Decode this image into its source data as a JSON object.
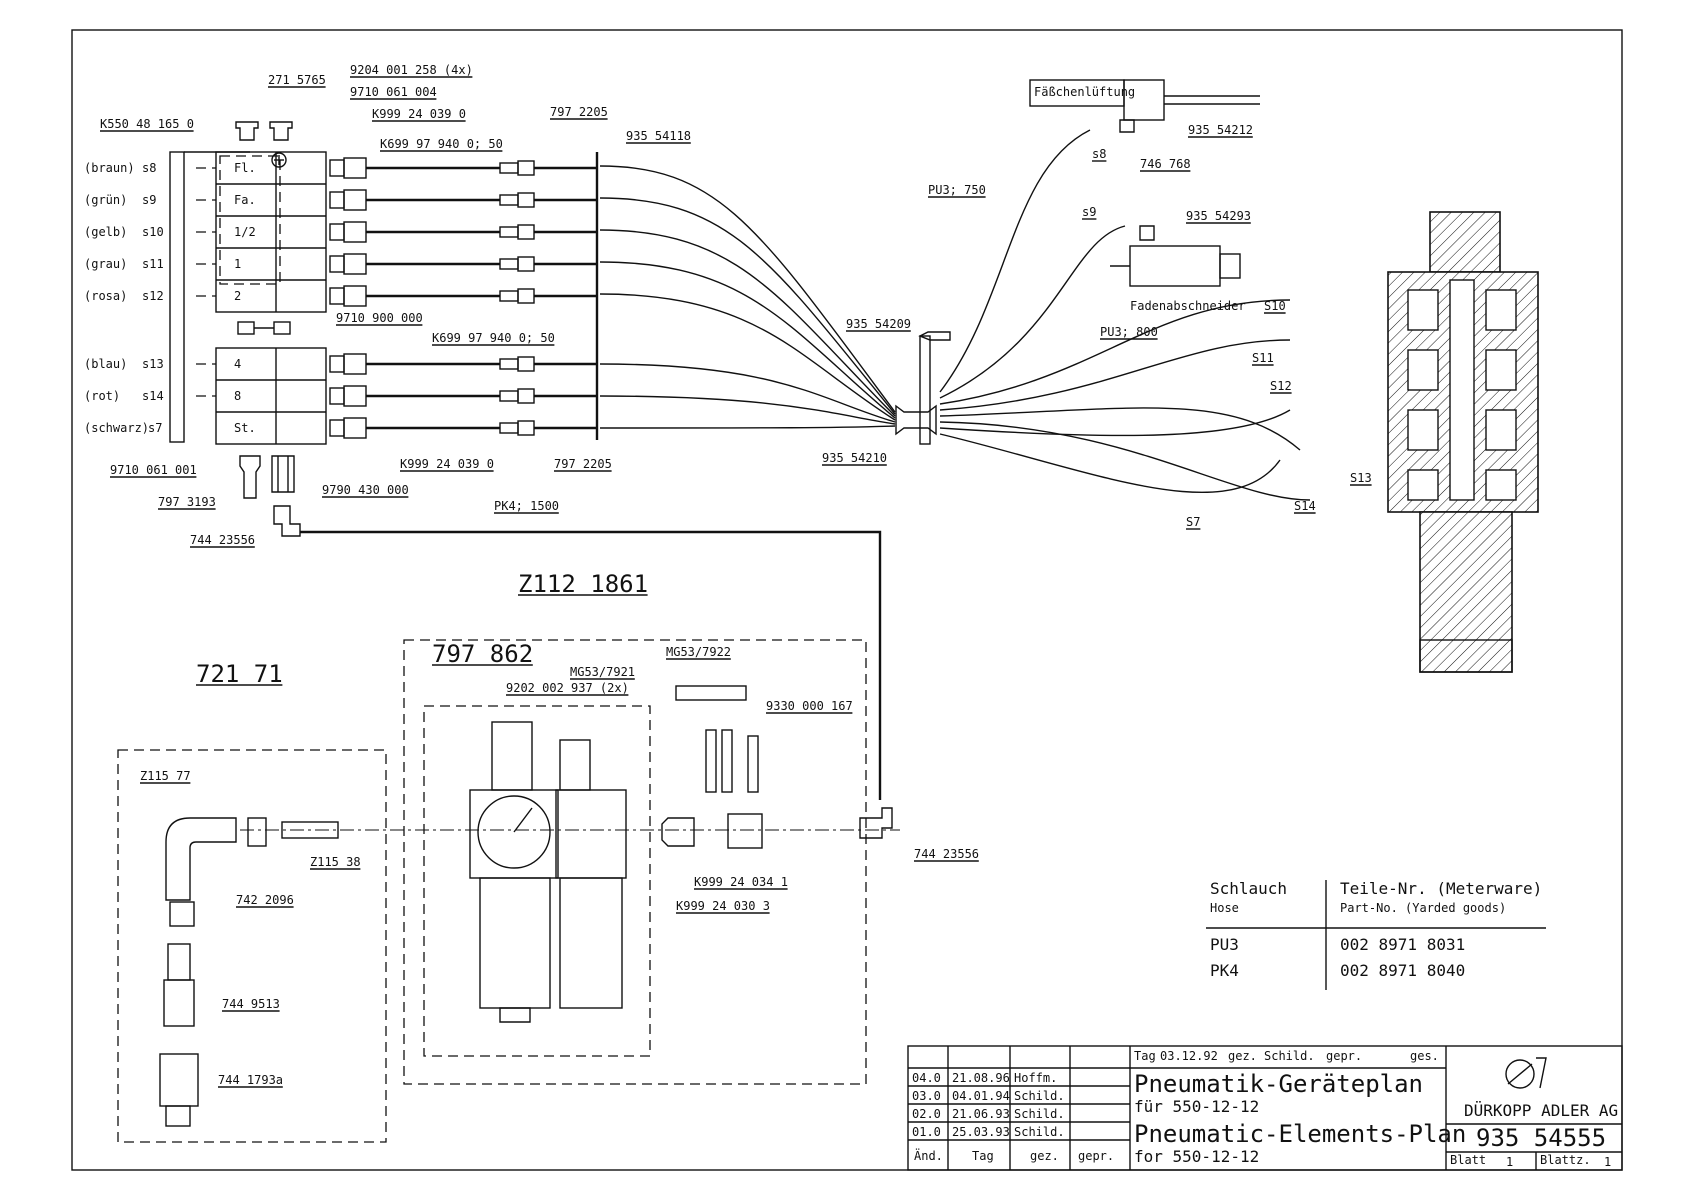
{
  "part_labels": {
    "p271_5765": "271 5765",
    "p9204": "9204 001 258 (4x)",
    "p9710_004": "9710 061 004",
    "pK550": "K550 48 165 0",
    "pK999_top": "K999 24 039 0",
    "pK699_top": "K699 97 940 0; 50",
    "p797_top": "797 2205",
    "p935_54118": "935 54118",
    "p9710_900": "9710 900 000",
    "pK699_bot": "K699 97 940 0; 50",
    "pK999_bot": "K999 24 039 0",
    "p797_bot": "797 2205",
    "p9710_001": "9710 061 001",
    "p797_3193": "797 3193",
    "p9790": "9790 430 000",
    "p744_23556_a": "744 23556",
    "pPK4": "PK4; 1500",
    "pFaeschen": "Fäßchenlüftung",
    "p935_54212": "935 54212",
    "ps8_top": "s8",
    "p746_768": "746 768",
    "pPU3_750": "PU3; 750",
    "ps9_top": "s9",
    "p935_54293": "935 54293",
    "pFaden": "Fadenabschneider",
    "pPU3_800": "PU3; 800",
    "p935_54209": "935 54209",
    "p935_54210": "935 54210",
    "pS10": "S10",
    "pS11": "S11",
    "pS12": "S12",
    "pS13": "S13",
    "pS14": "S14",
    "pS7": "S7",
    "pZ112": "Z112 1861",
    "p797_862": "797 862",
    "pMG53_a": "MG53/7922",
    "pMG53_b": "MG53/7921",
    "p9202": "9202 002 937 (2x)",
    "p9330": "9330 000 167",
    "p721_71": "721 71",
    "pZ115_77": "Z115 77",
    "pZ115_38": "Z115 38",
    "p742_2096": "742 2096",
    "p744_9513": "744 9513",
    "p744_1793": "744 1793a",
    "pK999_034": "K999 24 034 1",
    "pK999_030": "K999 24 030 3",
    "p744_23556_b": "744 23556"
  },
  "valve_block": {
    "rows_top": [
      {
        "color": "(braun)",
        "signal": "s8",
        "cell": "Fl."
      },
      {
        "color": "(grün)",
        "signal": "s9",
        "cell": "Fa."
      },
      {
        "color": "(gelb)",
        "signal": "s10",
        "cell": "1/2"
      },
      {
        "color": "(grau)",
        "signal": "s11",
        "cell": "1"
      },
      {
        "color": "(rosa)",
        "signal": "s12",
        "cell": "2"
      }
    ],
    "rows_bottom": [
      {
        "color": "(blau)",
        "signal": "s13",
        "cell": "4"
      },
      {
        "color": "(rot)",
        "signal": "s14",
        "cell": "8"
      },
      {
        "color": "(schwarz)",
        "signal": "s7",
        "cell": "St."
      }
    ]
  },
  "hose_table": {
    "col1_header": "Schlauch",
    "col1_sub": "Hose",
    "col2_header": "Teile-Nr. (Meterware)",
    "col2_sub": "Part-No. (Yarded goods)",
    "rows": [
      {
        "hose": "PU3",
        "part": "002 8971 8031"
      },
      {
        "hose": "PK4",
        "part": "002 8971 8040"
      }
    ]
  },
  "title_block": {
    "revisions": [
      {
        "index": "04.0",
        "date": "21.08.96",
        "name": "Hoffm."
      },
      {
        "index": "03.0",
        "date": "04.01.94",
        "name": "Schild."
      },
      {
        "index": "02.0",
        "date": "21.06.93",
        "name": "Schild."
      },
      {
        "index": "01.0",
        "date": "25.03.93",
        "name": "Schild."
      }
    ],
    "rev_headers": [
      "Änd.",
      "Tag",
      "gez.",
      "gepr."
    ],
    "top_row": {
      "tag_label": "Tag",
      "tag_value": "03.12.92",
      "gez_label": "gez.",
      "gez_value": "Schild.",
      "gepr_label": "gepr.",
      "ges_label": "ges."
    },
    "title_de": "Pneumatik-Geräteplan",
    "subtitle_de": "für 550-12-12",
    "title_en": "Pneumatic-Elements-Plan",
    "subtitle_en": "for 550-12-12",
    "company": "DÜRKOPP ADLER AG",
    "drawing_no": "935 54555",
    "blatt_label": "Blatt",
    "blatt_value": "1",
    "blattz_label": "Blattz.",
    "blattz_value": "1"
  }
}
